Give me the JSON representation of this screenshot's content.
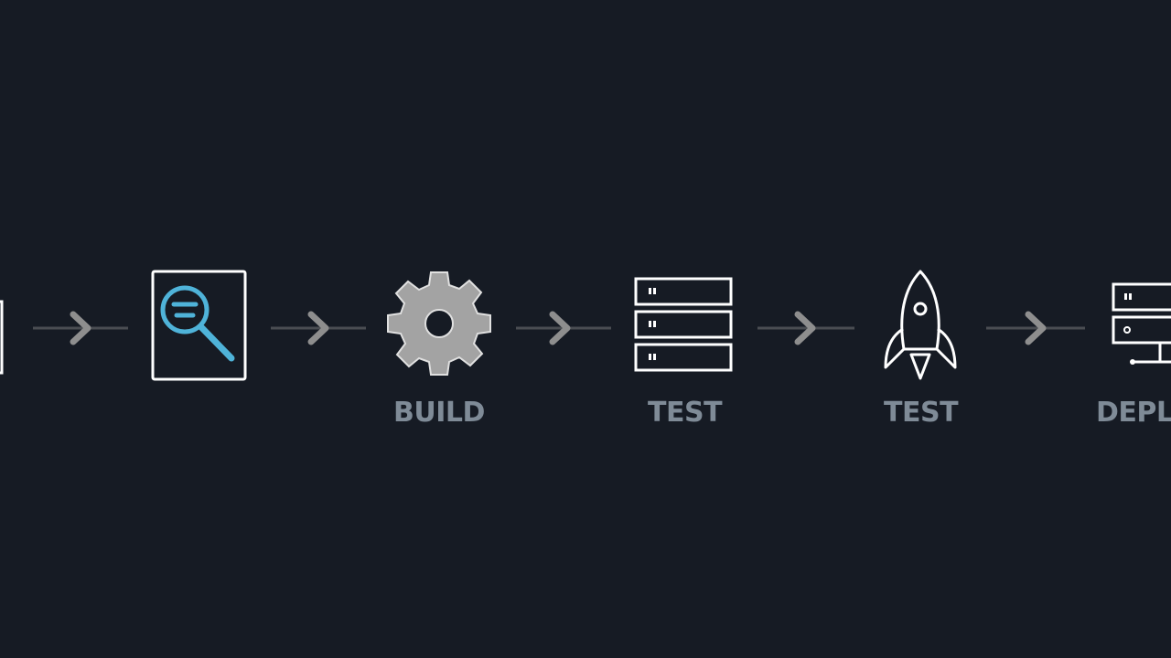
{
  "pipeline": {
    "stages": [
      {
        "icon": "document-edge-icon",
        "label": ""
      },
      {
        "icon": "code-review-search-icon",
        "label": ""
      },
      {
        "icon": "gear-icon",
        "label": "BUILD"
      },
      {
        "icon": "server-stack-icon",
        "label": "TEST"
      },
      {
        "icon": "rocket-icon",
        "label": "TEST"
      },
      {
        "icon": "server-network-icon",
        "label": "DEPL"
      }
    ],
    "colors": {
      "background": "#161b24",
      "connector_arrow": "#8e8e8e",
      "connector_line": "#4a4d52",
      "icon_outline": "#ffffff",
      "icon_accent": "#4fb3d9",
      "gear_fill": "#a3a3a3",
      "label": "#7f8b97"
    }
  }
}
